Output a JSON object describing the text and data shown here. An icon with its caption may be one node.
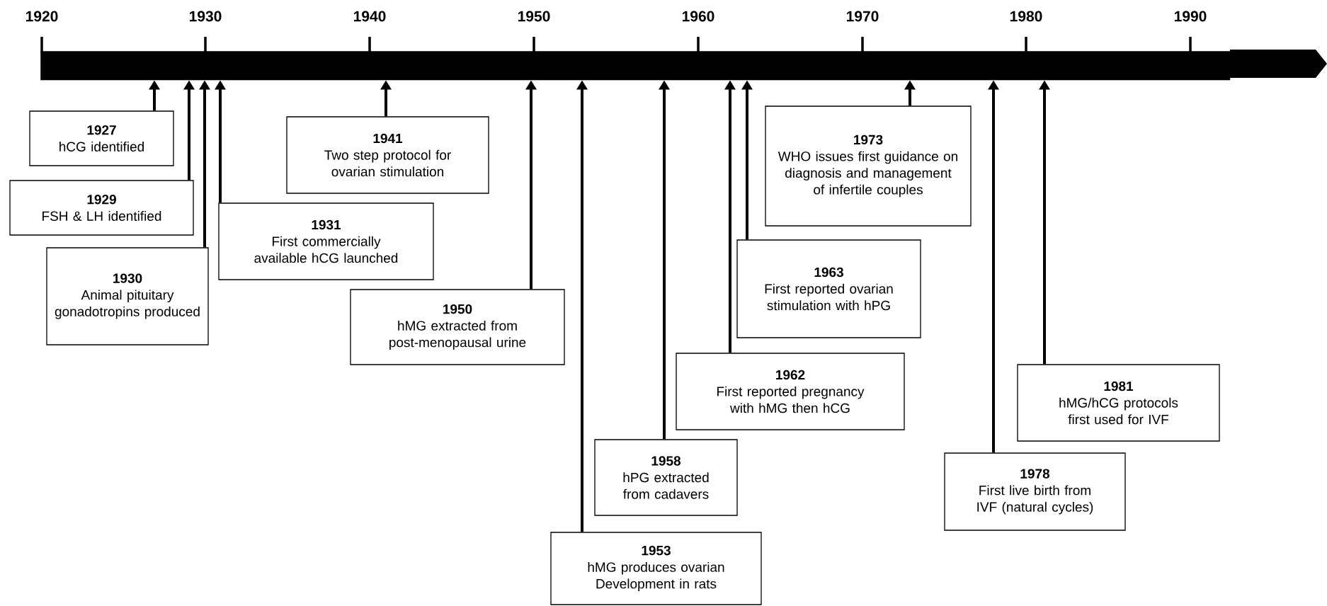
{
  "diagram": {
    "nodes": [
      {
        "text": [],
        "shape": "bar"
      },
      {
        "text": [
          "1927",
          "hCG identified"
        ]
      },
      {
        "text": [
          "1929",
          "FSH & LH identified"
        ]
      },
      {
        "text": [
          "1930",
          "Animal pituitary gonadotropins produced"
        ]
      },
      {
        "text": [
          "1931",
          "First commercially available hCG launched"
        ]
      },
      {
        "text": [
          "1941",
          "Two step protocol for ovarian stimulation"
        ]
      },
      {
        "text": [
          "1950",
          "hMG extracted from post-menopausal urine"
        ]
      },
      {
        "text": [
          "1953",
          "hMG produces ovarian Development in rats"
        ]
      },
      {
        "text": [
          "1958",
          "hPG extracted from cadavers"
        ]
      },
      {
        "text": [
          "1962",
          "First reported pregnancy with hMG then hCG"
        ]
      },
      {
        "text": [
          "1963",
          "First reported ovarian stimulation with hPG"
        ]
      },
      {
        "text": [
          "1973",
          "WHO issues first guidance on diagnosis and management of infertile couples"
        ]
      },
      {
        "text": [
          "1978",
          "First live birth from IVF (natural cycles)"
        ]
      },
      {
        "text": [
          "1981",
          "hMG/hCG protocols first used for IVF"
        ]
      }
    ],
    "edges": [
      {
        "from": 1,
        "to": 0,
        "arrow": "to"
      },
      {
        "from": 2,
        "to": 0,
        "arrow": "to"
      },
      {
        "from": 3,
        "to": 0,
        "arrow": "to"
      },
      {
        "from": 4,
        "to": 0,
        "arrow": "to"
      },
      {
        "from": 5,
        "to": 0,
        "arrow": "to"
      },
      {
        "from": 6,
        "to": 0,
        "arrow": "to"
      },
      {
        "from": 7,
        "to": 0,
        "arrow": "to"
      },
      {
        "from": 8,
        "to": 0,
        "arrow": "to"
      },
      {
        "from": 9,
        "to": 0,
        "arrow": "to"
      },
      {
        "from": 10,
        "to": 0,
        "arrow": "to"
      },
      {
        "from": 11,
        "to": 0,
        "arrow": "to"
      },
      {
        "from": 12,
        "to": 0,
        "arrow": "to"
      },
      {
        "from": 13,
        "to": 0,
        "arrow": "to"
      }
    ],
    "labels": [
      "1920",
      "1930",
      "1940",
      "1950",
      "1960",
      "1970",
      "1980",
      "1990"
    ]
  }
}
